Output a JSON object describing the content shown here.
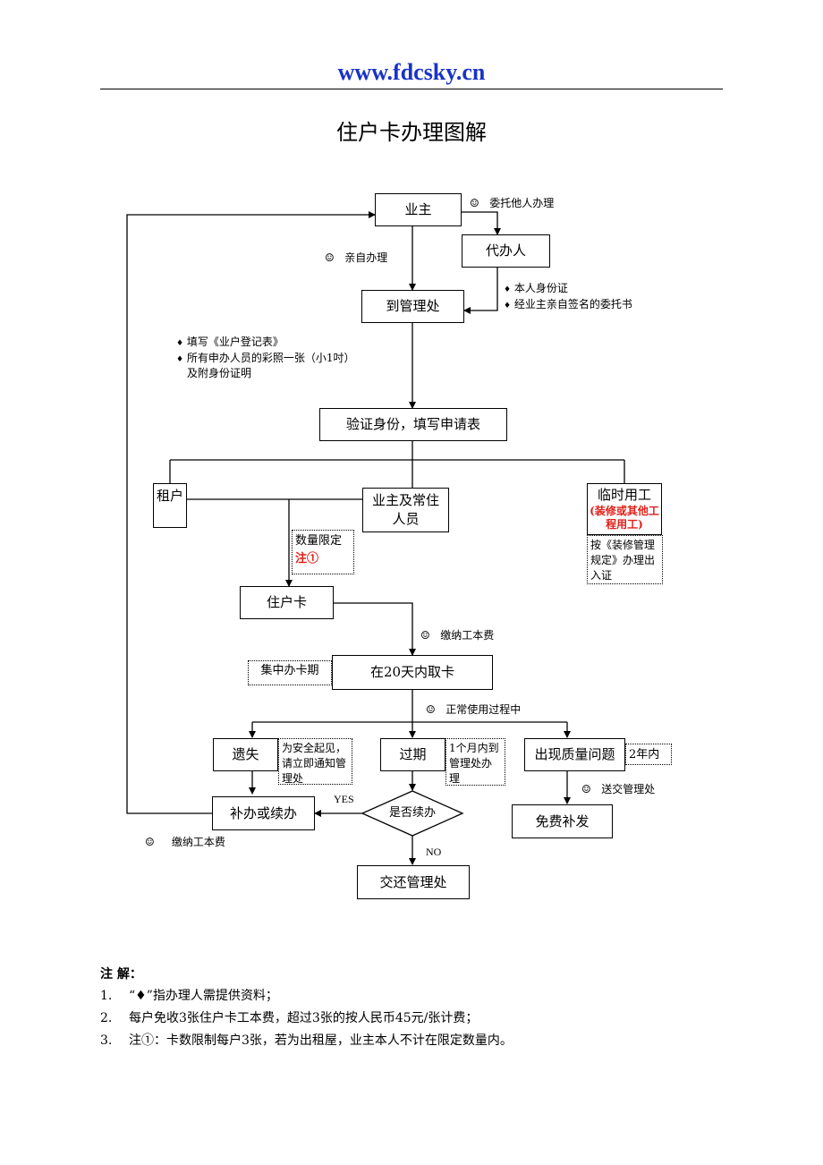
{
  "header": {
    "site": "www.fdcsky.cn",
    "title": "住户卡办理图解"
  },
  "nodes": {
    "owner": "业主",
    "agent": "代办人",
    "office": "到管理处",
    "verify": "验证身份，填写申请表",
    "tenant": "租户",
    "resident_line1": "业主及常住",
    "resident_line2": "人员",
    "temp_worker": "临时用工",
    "temp_worker_note": "(装修或其他工程用工)",
    "card": "住户卡",
    "pickup": "在20天内取卡",
    "lost": "遗失",
    "expired": "过期",
    "quality": "出现质量问题",
    "reissue": "补办或续办",
    "renew_decision": "是否续办",
    "return": "交还管理处",
    "free_reissue": "免费补发"
  },
  "labels": {
    "entrust": "委托他人办理",
    "self": "亲自办理",
    "id_card": "本人身份证",
    "authorization": "经业主亲自签名的委托书",
    "fill_form": "填写《业户登记表》",
    "photo_line1": "所有申办人员的彩照一张（小1吋）",
    "photo_line2": "及附身份证明",
    "pay_fee": "缴纳工本费",
    "normal_use": "正常使用过程中",
    "send_office": "送交管理处",
    "pay_fee2": "缴纳工本费",
    "yes": "YES",
    "no": "NO",
    "quantity_limit": "数量限定",
    "note1": "注①",
    "decoration_rule": "按《装修管理规定》办理出入证",
    "collect_period": "集中办卡期",
    "lost_note": "为安全起见，请立即通知管理处",
    "expired_note": "1个月内到管理处办理",
    "warranty": "2年内"
  },
  "notes": {
    "heading": "注  解：",
    "items": [
      {
        "num": "1.",
        "text": "“♦”指办理人需提供资料；"
      },
      {
        "num": "2.",
        "text": "每户免收3张住户卡工本费，超过3张的按人民币45元/张计费；"
      },
      {
        "num": "3.",
        "text": "注①：卡数限制每户3张，若为出租屋，业主本人不计在限定数量内。"
      }
    ]
  },
  "icons": {
    "smiley": "☺",
    "diamond": "♦"
  },
  "colors": {
    "site": "#1a33c7",
    "highlight": "#e0201a"
  }
}
